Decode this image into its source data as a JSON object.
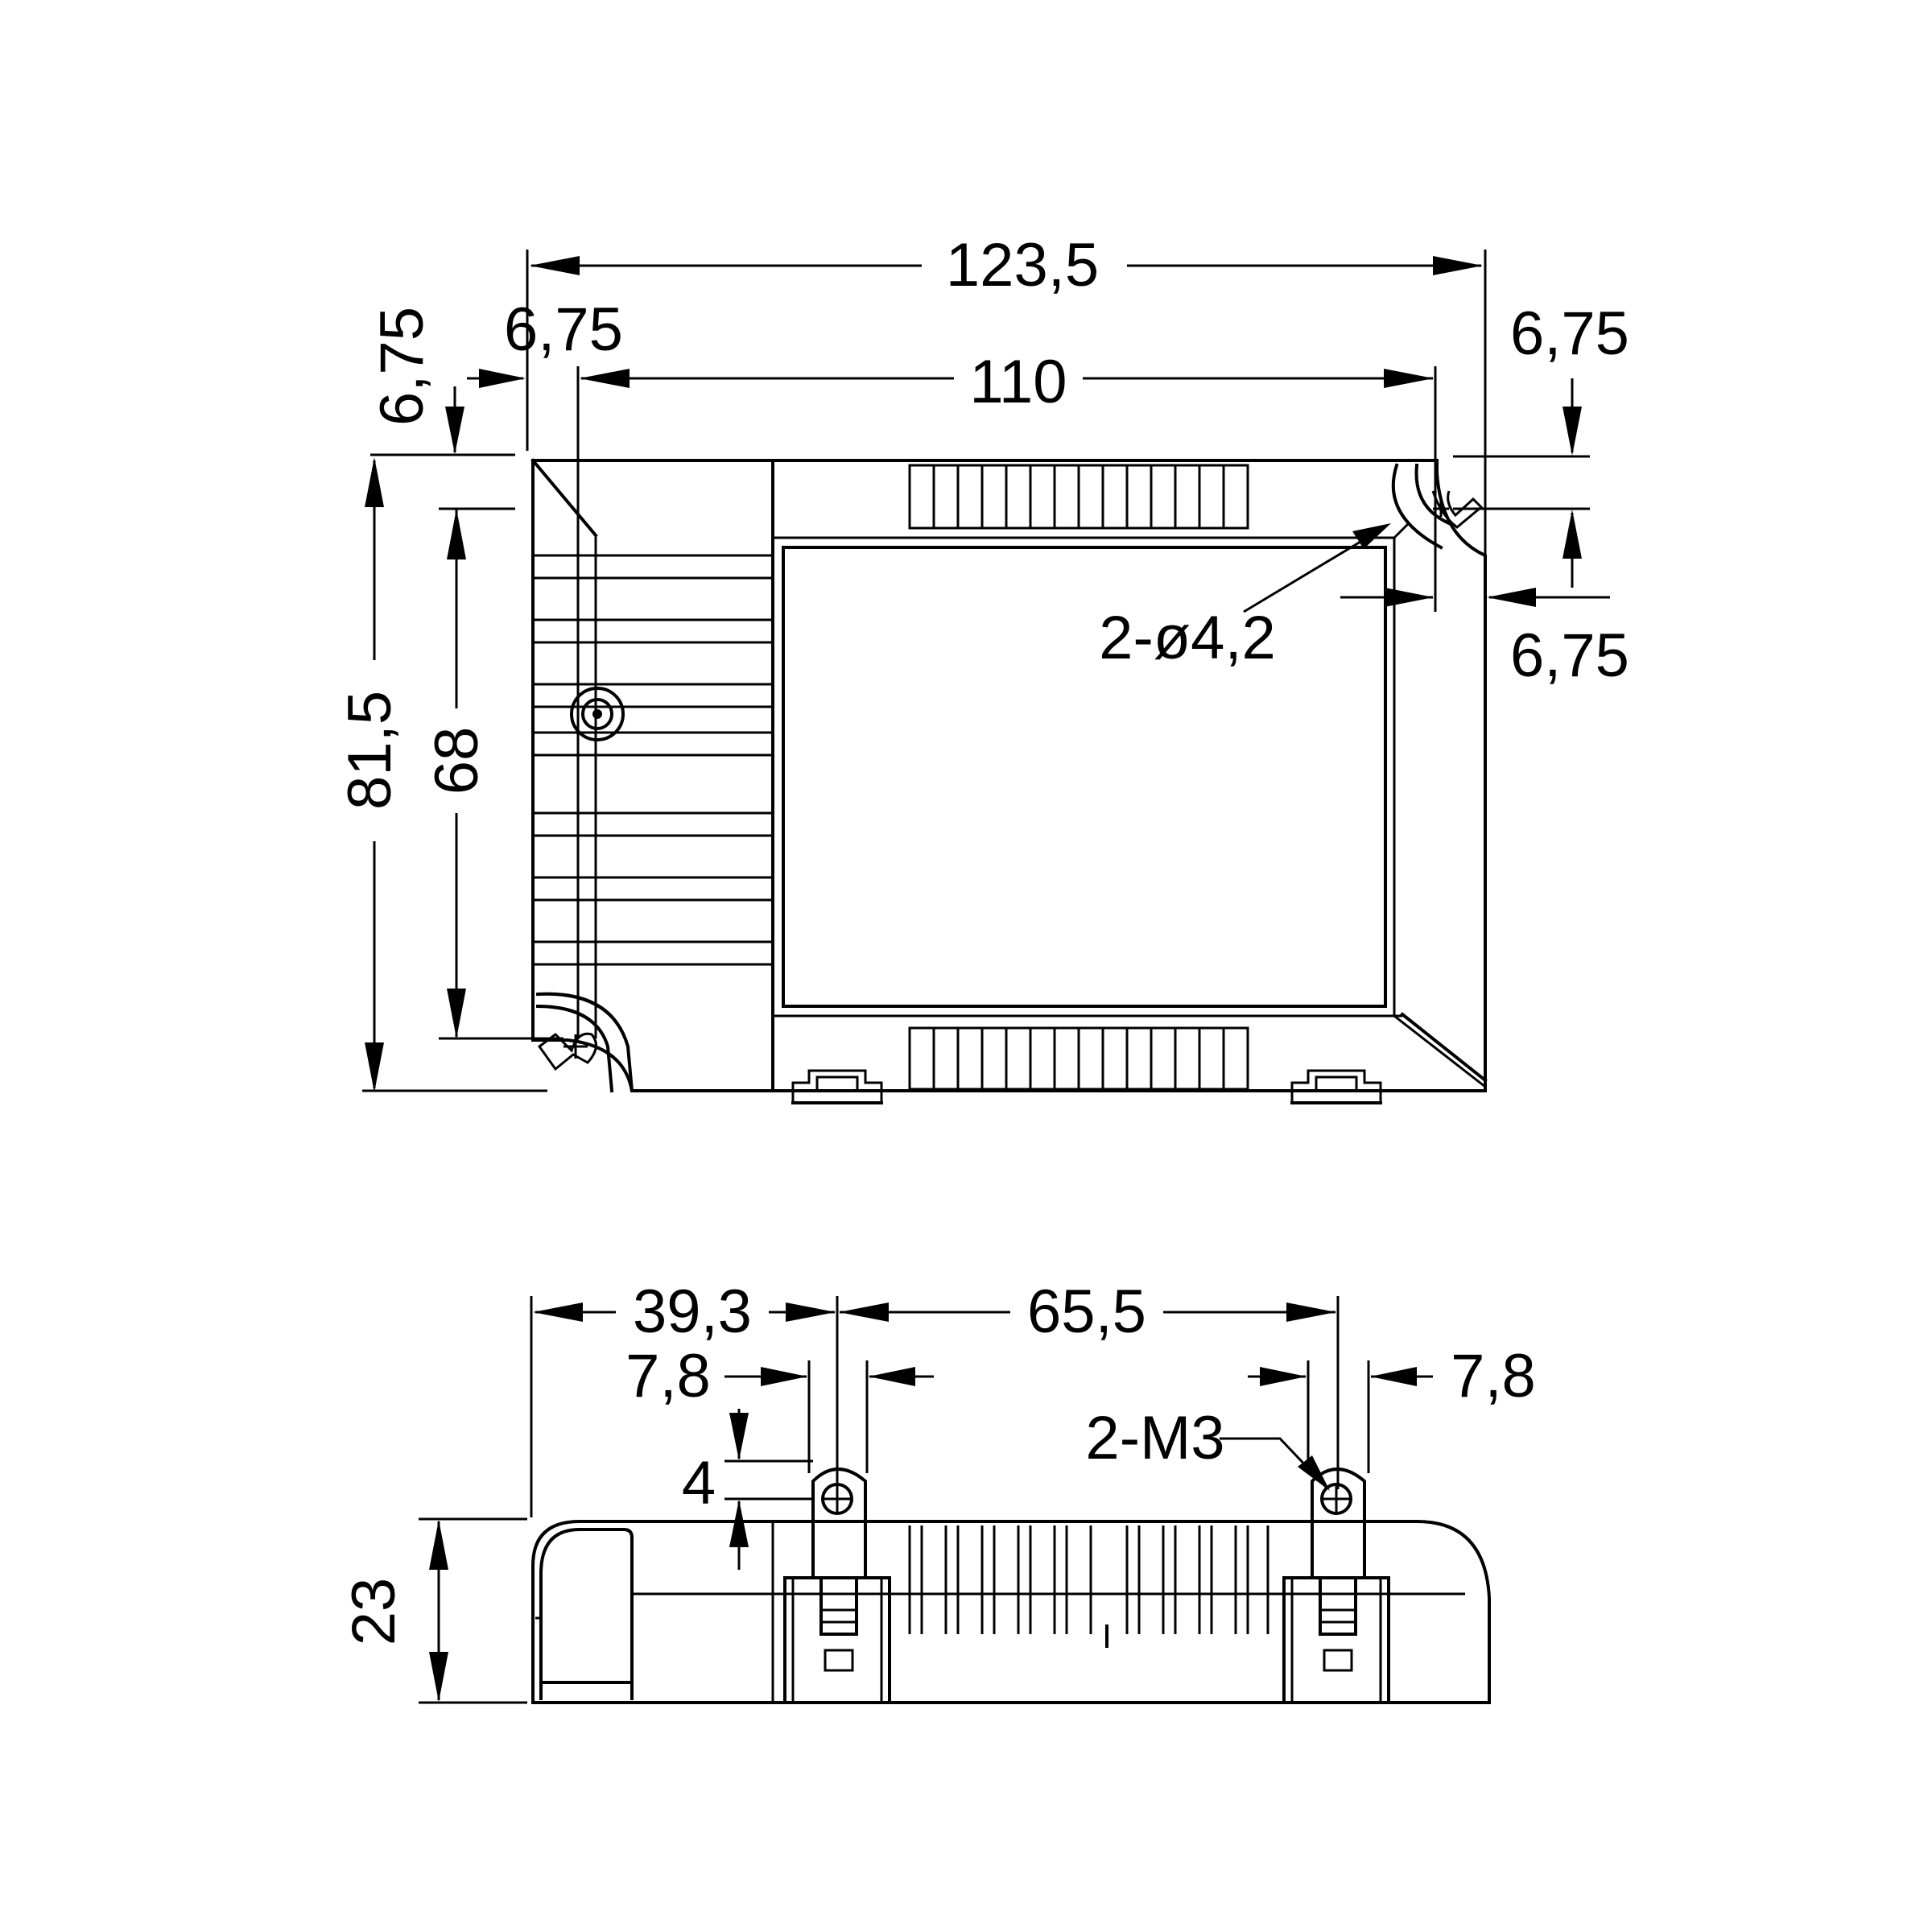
{
  "top_view": {
    "overall_length": "123,5",
    "hole_spacing_length": "110",
    "left_offset_top": "6,75",
    "left_offset_side": "6,75",
    "right_offset_top": "6,75",
    "right_offset_bottom": "6,75",
    "overall_width": "81,5",
    "hole_spacing_width": "68",
    "hole_callout": "2-ø4,2"
  },
  "side_view": {
    "terminal_offset": "39,3",
    "terminal_spacing": "65,5",
    "terminal_width_left": "7,8",
    "terminal_width_right": "7,8",
    "terminal_height": "4",
    "overall_height": "23",
    "screw_callout": "2-M3"
  },
  "colors": {
    "ink": "#000000",
    "background": "#ffffff"
  }
}
